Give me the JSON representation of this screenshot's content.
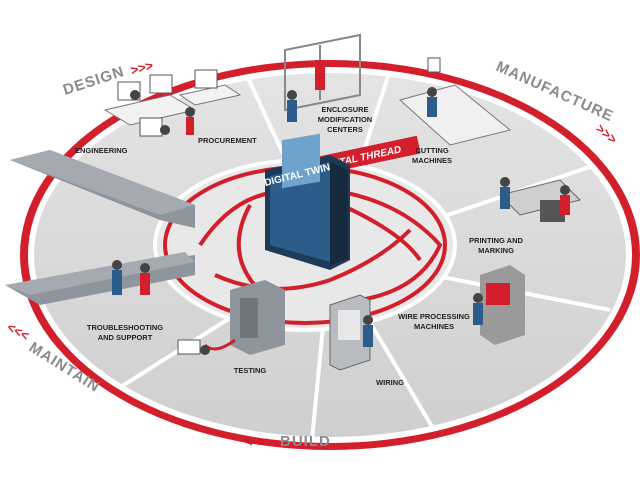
{
  "phases": {
    "design": "DESIGN",
    "design_arrows": ">>>",
    "manufacture": "MANUFACTURE",
    "manufacture_arrows": ">>>",
    "build": "BUILD",
    "build_arrows": "<<<",
    "maintain": "MAINTAIN",
    "maintain_arrows": "<<<"
  },
  "center": {
    "thread": "DIGITAL THREAD",
    "twin": "DIGITAL TWIN"
  },
  "stations": {
    "engineering": "ENGINEERING",
    "procurement": "PROCUREMENT",
    "enclosure": [
      "ENCLOSURE",
      "MODIFICATION",
      "CENTERS"
    ],
    "cutting": [
      "CUTTING",
      "MACHINES"
    ],
    "printing": [
      "PRINTING AND",
      "MARKING"
    ],
    "wire": [
      "WIRE PROCESSING",
      "MACHINES"
    ],
    "wiring": "WIRING",
    "testing": "TESTING",
    "troubleshooting": [
      "TROUBLESHOOTING",
      "AND SUPPORT"
    ]
  },
  "colors": {
    "accent_red": "#d21f2b",
    "floor_gray": "#d9d9d9",
    "panel_gray": "#8e959c",
    "label_gray": "#8a8a8a",
    "cabinet_blue": "#2b5c8a"
  }
}
